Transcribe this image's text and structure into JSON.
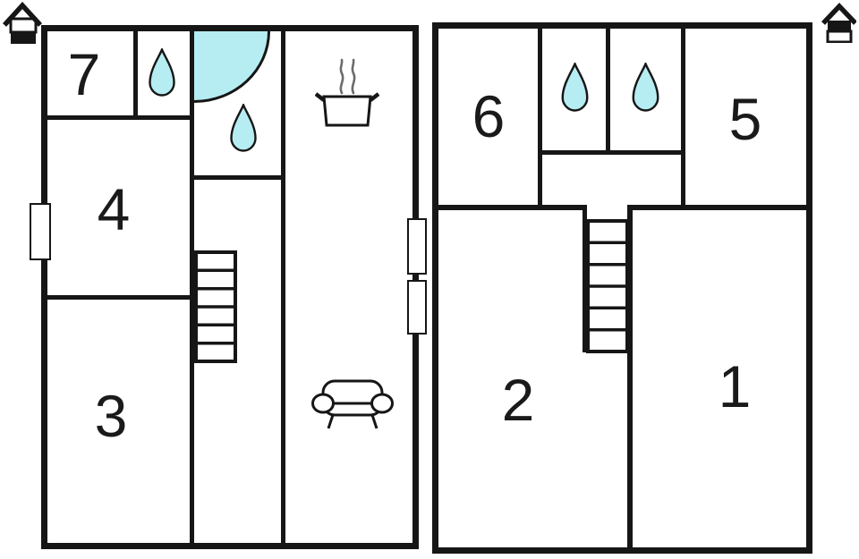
{
  "colors": {
    "wall": "#161616",
    "water": "#b5edf2",
    "steam": "#6b6b6b",
    "background": "#ffffff"
  },
  "ground_floor": {
    "level_icon": "house-lower-level",
    "rooms": [
      {
        "number": "7"
      },
      {
        "number": "4"
      },
      {
        "number": "3"
      }
    ],
    "features": [
      "shower",
      "water-drop",
      "water-drop",
      "stove",
      "staircase",
      "sofa",
      "window",
      "window",
      "window"
    ]
  },
  "upper_floor": {
    "level_icon": "house-upper-level",
    "rooms": [
      {
        "number": "6"
      },
      {
        "number": "5"
      },
      {
        "number": "2"
      },
      {
        "number": "1"
      }
    ],
    "features": [
      "water-drop",
      "water-drop",
      "staircase"
    ]
  }
}
